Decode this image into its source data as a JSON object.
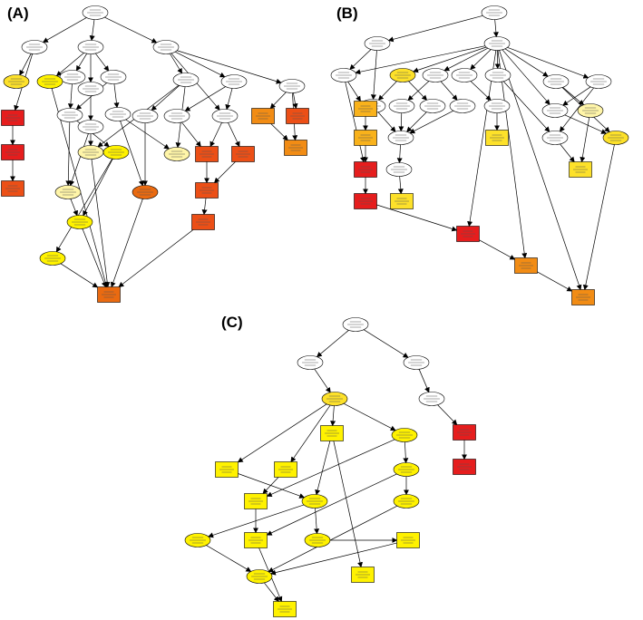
{
  "panels": [
    {
      "id": "A",
      "label": "(A)"
    },
    {
      "id": "B",
      "label": "(B)"
    },
    {
      "id": "C",
      "label": "(C)"
    }
  ],
  "colors": {
    "white": "#ffffff",
    "pale": "#fff5a8",
    "yellow": "#fff200",
    "gold": "#fde12a",
    "amber": "#f9b21b",
    "orange": "#f28c14",
    "dorange": "#ea6a10",
    "rorange": "#ec4f16",
    "red": "#e61d1d"
  },
  "graphs": {
    "A": {
      "nodes": [
        {
          "id": "a1",
          "shape": "ellipse",
          "color": "white"
        },
        {
          "id": "a2",
          "shape": "ellipse",
          "color": "white"
        },
        {
          "id": "a3",
          "shape": "ellipse",
          "color": "white"
        },
        {
          "id": "a4",
          "shape": "ellipse",
          "color": "white"
        },
        {
          "id": "a5",
          "shape": "ellipse",
          "color": "white"
        },
        {
          "id": "a6",
          "shape": "ellipse",
          "color": "white"
        },
        {
          "id": "a7",
          "shape": "ellipse",
          "color": "white"
        },
        {
          "id": "a8",
          "shape": "ellipse",
          "color": "white"
        },
        {
          "id": "a9",
          "shape": "ellipse",
          "color": "white"
        },
        {
          "id": "a10",
          "shape": "ellipse",
          "color": "white"
        },
        {
          "id": "a11",
          "shape": "ellipse",
          "color": "white"
        },
        {
          "id": "a12",
          "shape": "ellipse",
          "color": "white"
        },
        {
          "id": "a13",
          "shape": "ellipse",
          "color": "white"
        },
        {
          "id": "a14",
          "shape": "ellipse",
          "color": "white"
        },
        {
          "id": "a15",
          "shape": "ellipse",
          "color": "white"
        },
        {
          "id": "a16",
          "shape": "ellipse",
          "color": "white"
        },
        {
          "id": "a17",
          "shape": "ellipse",
          "color": "gold"
        },
        {
          "id": "a18",
          "shape": "ellipse",
          "color": "yellow"
        },
        {
          "id": "a19",
          "shape": "ellipse",
          "color": "pale"
        },
        {
          "id": "a20",
          "shape": "ellipse",
          "color": "pale"
        },
        {
          "id": "a21",
          "shape": "ellipse",
          "color": "pale"
        },
        {
          "id": "a22",
          "shape": "ellipse",
          "color": "dorange"
        },
        {
          "id": "a23",
          "shape": "ellipse",
          "color": "yellow"
        },
        {
          "id": "a24",
          "shape": "ellipse",
          "color": "yellow"
        },
        {
          "id": "a25",
          "shape": "ellipse",
          "color": "yellow"
        },
        {
          "id": "a26",
          "shape": "rect",
          "color": "red"
        },
        {
          "id": "a27",
          "shape": "rect",
          "color": "red"
        },
        {
          "id": "a28",
          "shape": "rect",
          "color": "rorange"
        },
        {
          "id": "a29",
          "shape": "rect",
          "color": "orange"
        },
        {
          "id": "a30",
          "shape": "rect",
          "color": "orange"
        },
        {
          "id": "a31",
          "shape": "rect",
          "color": "rorange"
        },
        {
          "id": "a32",
          "shape": "rect",
          "color": "rorange"
        },
        {
          "id": "a33",
          "shape": "rect",
          "color": "rorange"
        },
        {
          "id": "a34",
          "shape": "rect",
          "color": "rorange"
        },
        {
          "id": "a35",
          "shape": "rect",
          "color": "rorange"
        },
        {
          "id": "a36",
          "shape": "rect",
          "color": "dorange"
        }
      ],
      "edges": [
        [
          "a1",
          "a2"
        ],
        [
          "a1",
          "a3"
        ],
        [
          "a1",
          "a4"
        ],
        [
          "a2",
          "a17"
        ],
        [
          "a2",
          "a26"
        ],
        [
          "a3",
          "a18"
        ],
        [
          "a3",
          "a5"
        ],
        [
          "a3",
          "a6"
        ],
        [
          "a3",
          "a7"
        ],
        [
          "a4",
          "a8"
        ],
        [
          "a4",
          "a9"
        ],
        [
          "a4",
          "a10"
        ],
        [
          "a4",
          "a14"
        ],
        [
          "a26",
          "a27"
        ],
        [
          "a27",
          "a28"
        ],
        [
          "a5",
          "a11"
        ],
        [
          "a6",
          "a11"
        ],
        [
          "a6",
          "a12"
        ],
        [
          "a7",
          "a13"
        ],
        [
          "a8",
          "a15"
        ],
        [
          "a8",
          "a19"
        ],
        [
          "a8",
          "a20"
        ],
        [
          "a9",
          "a14"
        ],
        [
          "a9",
          "a16"
        ],
        [
          "a10",
          "a31"
        ],
        [
          "a10",
          "a30"
        ],
        [
          "a10",
          "a29"
        ],
        [
          "a11",
          "a21"
        ],
        [
          "a11",
          "a23"
        ],
        [
          "a12",
          "a22"
        ],
        [
          "a12",
          "a20"
        ],
        [
          "a13",
          "a19"
        ],
        [
          "a13",
          "a21"
        ],
        [
          "a15",
          "a22"
        ],
        [
          "a16",
          "a32"
        ],
        [
          "a14",
          "a32"
        ],
        [
          "a14",
          "a33"
        ],
        [
          "a29",
          "a30"
        ],
        [
          "a21",
          "a24"
        ],
        [
          "a23",
          "a24"
        ],
        [
          "a23",
          "a25"
        ],
        [
          "a24",
          "a36"
        ],
        [
          "a25",
          "a36"
        ],
        [
          "a19",
          "a36"
        ],
        [
          "a22",
          "a36"
        ],
        [
          "a18",
          "a36"
        ],
        [
          "a32",
          "a34"
        ],
        [
          "a33",
          "a34"
        ],
        [
          "a34",
          "a35"
        ],
        [
          "a35",
          "a36"
        ]
      ]
    },
    "B": {
      "nodes": [
        {
          "id": "b1",
          "shape": "ellipse",
          "color": "white"
        },
        {
          "id": "b2",
          "shape": "ellipse",
          "color": "white"
        },
        {
          "id": "b3",
          "shape": "ellipse",
          "color": "white"
        },
        {
          "id": "b4",
          "shape": "ellipse",
          "color": "white"
        },
        {
          "id": "b5",
          "shape": "ellipse",
          "color": "gold"
        },
        {
          "id": "b6",
          "shape": "ellipse",
          "color": "white"
        },
        {
          "id": "b7",
          "shape": "ellipse",
          "color": "white"
        },
        {
          "id": "b8",
          "shape": "ellipse",
          "color": "white"
        },
        {
          "id": "b9",
          "shape": "ellipse",
          "color": "white"
        },
        {
          "id": "b10",
          "shape": "ellipse",
          "color": "white"
        },
        {
          "id": "b11",
          "shape": "ellipse",
          "color": "white"
        },
        {
          "id": "b12",
          "shape": "ellipse",
          "color": "white"
        },
        {
          "id": "b13",
          "shape": "ellipse",
          "color": "white"
        },
        {
          "id": "b14",
          "shape": "ellipse",
          "color": "white"
        },
        {
          "id": "b15",
          "shape": "ellipse",
          "color": "white"
        },
        {
          "id": "b16",
          "shape": "ellipse",
          "color": "white"
        },
        {
          "id": "b17",
          "shape": "ellipse",
          "color": "white"
        },
        {
          "id": "b18",
          "shape": "ellipse",
          "color": "pale"
        },
        {
          "id": "b19",
          "shape": "ellipse",
          "color": "white"
        },
        {
          "id": "b20",
          "shape": "ellipse",
          "color": "gold"
        },
        {
          "id": "b21",
          "shape": "ellipse",
          "color": "white"
        },
        {
          "id": "b22",
          "shape": "rect",
          "color": "amber"
        },
        {
          "id": "b23",
          "shape": "rect",
          "color": "amber"
        },
        {
          "id": "b24",
          "shape": "rect",
          "color": "red"
        },
        {
          "id": "b25",
          "shape": "rect",
          "color": "red"
        },
        {
          "id": "b26",
          "shape": "rect",
          "color": "gold"
        },
        {
          "id": "b27",
          "shape": "rect",
          "color": "gold"
        },
        {
          "id": "b28",
          "shape": "rect",
          "color": "gold"
        },
        {
          "id": "b29",
          "shape": "rect",
          "color": "red"
        },
        {
          "id": "b30",
          "shape": "rect",
          "color": "orange"
        },
        {
          "id": "b31",
          "shape": "rect",
          "color": "orange"
        }
      ],
      "edges": [
        [
          "b1",
          "b2"
        ],
        [
          "b1",
          "b3"
        ],
        [
          "b2",
          "b4"
        ],
        [
          "b2",
          "b9"
        ],
        [
          "b3",
          "b4"
        ],
        [
          "b3",
          "b5"
        ],
        [
          "b3",
          "b6"
        ],
        [
          "b3",
          "b7"
        ],
        [
          "b3",
          "b8"
        ],
        [
          "b3",
          "b16"
        ],
        [
          "b3",
          "b17"
        ],
        [
          "b3",
          "b19"
        ],
        [
          "b3",
          "b29"
        ],
        [
          "b3",
          "b30"
        ],
        [
          "b3",
          "b31"
        ],
        [
          "b4",
          "b22"
        ],
        [
          "b4",
          "b24"
        ],
        [
          "b5",
          "b9"
        ],
        [
          "b5",
          "b11"
        ],
        [
          "b6",
          "b10"
        ],
        [
          "b6",
          "b12"
        ],
        [
          "b7",
          "b13"
        ],
        [
          "b8",
          "b15"
        ],
        [
          "b9",
          "b14"
        ],
        [
          "b10",
          "b14"
        ],
        [
          "b11",
          "b14"
        ],
        [
          "b12",
          "b14"
        ],
        [
          "b13",
          "b26"
        ],
        [
          "b14",
          "b21"
        ],
        [
          "b16",
          "b18"
        ],
        [
          "b16",
          "b20"
        ],
        [
          "b17",
          "b15"
        ],
        [
          "b17",
          "b19"
        ],
        [
          "b15",
          "b28"
        ],
        [
          "b18",
          "b28"
        ],
        [
          "b19",
          "b20"
        ],
        [
          "b20",
          "b31"
        ],
        [
          "b21",
          "b27"
        ],
        [
          "b22",
          "b23"
        ],
        [
          "b23",
          "b24"
        ],
        [
          "b24",
          "b25"
        ],
        [
          "b25",
          "b29"
        ],
        [
          "b29",
          "b30"
        ],
        [
          "b30",
          "b31"
        ]
      ]
    },
    "C": {
      "nodes": [
        {
          "id": "c1",
          "shape": "ellipse",
          "color": "white"
        },
        {
          "id": "c2",
          "shape": "ellipse",
          "color": "white"
        },
        {
          "id": "c3",
          "shape": "ellipse",
          "color": "white"
        },
        {
          "id": "c4",
          "shape": "ellipse",
          "color": "gold"
        },
        {
          "id": "c5",
          "shape": "ellipse",
          "color": "white"
        },
        {
          "id": "c6",
          "shape": "rect",
          "color": "red"
        },
        {
          "id": "c7",
          "shape": "rect",
          "color": "red"
        },
        {
          "id": "c8",
          "shape": "rect",
          "color": "yellow"
        },
        {
          "id": "c9",
          "shape": "ellipse",
          "color": "yellow"
        },
        {
          "id": "c10",
          "shape": "rect",
          "color": "yellow"
        },
        {
          "id": "c11",
          "shape": "rect",
          "color": "yellow"
        },
        {
          "id": "c12",
          "shape": "ellipse",
          "color": "yellow"
        },
        {
          "id": "c13",
          "shape": "ellipse",
          "color": "yellow"
        },
        {
          "id": "c14",
          "shape": "rect",
          "color": "yellow"
        },
        {
          "id": "c15",
          "shape": "ellipse",
          "color": "yellow"
        },
        {
          "id": "c16",
          "shape": "ellipse",
          "color": "yellow"
        },
        {
          "id": "c17",
          "shape": "rect",
          "color": "yellow"
        },
        {
          "id": "c18",
          "shape": "ellipse",
          "color": "yellow"
        },
        {
          "id": "c19",
          "shape": "rect",
          "color": "yellow"
        },
        {
          "id": "c20",
          "shape": "rect",
          "color": "yellow"
        },
        {
          "id": "c21",
          "shape": "ellipse",
          "color": "yellow"
        },
        {
          "id": "c22",
          "shape": "rect",
          "color": "yellow"
        }
      ],
      "edges": [
        [
          "c1",
          "c2"
        ],
        [
          "c1",
          "c3"
        ],
        [
          "c2",
          "c4"
        ],
        [
          "c3",
          "c5"
        ],
        [
          "c5",
          "c6"
        ],
        [
          "c6",
          "c7"
        ],
        [
          "c4",
          "c8"
        ],
        [
          "c4",
          "c9"
        ],
        [
          "c4",
          "c10"
        ],
        [
          "c4",
          "c11"
        ],
        [
          "c8",
          "c12"
        ],
        [
          "c8",
          "c20"
        ],
        [
          "c9",
          "c13"
        ],
        [
          "c9",
          "c14"
        ],
        [
          "c10",
          "c12"
        ],
        [
          "c11",
          "c14"
        ],
        [
          "c12",
          "c15"
        ],
        [
          "c12",
          "c16"
        ],
        [
          "c14",
          "c17"
        ],
        [
          "c13",
          "c18"
        ],
        [
          "c13",
          "c17"
        ],
        [
          "c15",
          "c21"
        ],
        [
          "c16",
          "c19"
        ],
        [
          "c18",
          "c21"
        ],
        [
          "c19",
          "c21"
        ],
        [
          "c17",
          "c22"
        ],
        [
          "c21",
          "c22"
        ]
      ]
    }
  }
}
